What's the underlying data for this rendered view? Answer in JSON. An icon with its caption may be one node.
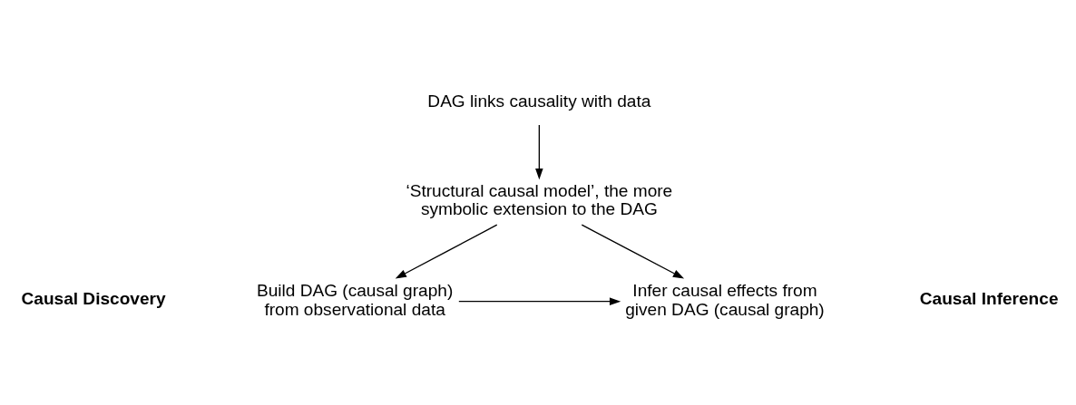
{
  "diagram": {
    "nodes": [
      {
        "text": [
          "DAG links causality with data"
        ]
      },
      {
        "text": [
          "‘Structural causal model’, the more symbolic extension to the DAG"
        ]
      },
      {
        "text": [
          "Build DAG (causal graph) from observational data"
        ]
      },
      {
        "text": [
          "Infer causal effects from given DAG (causal graph)"
        ]
      }
    ],
    "edges": [
      {
        "from": 0,
        "to": 1,
        "arrow": "to"
      },
      {
        "from": 1,
        "to": 2,
        "arrow": "to"
      },
      {
        "from": 1,
        "to": 3,
        "arrow": "to"
      },
      {
        "from": 2,
        "to": 3,
        "arrow": "to"
      }
    ],
    "labels": [
      "Causal Discovery",
      "Causal Inference"
    ]
  }
}
